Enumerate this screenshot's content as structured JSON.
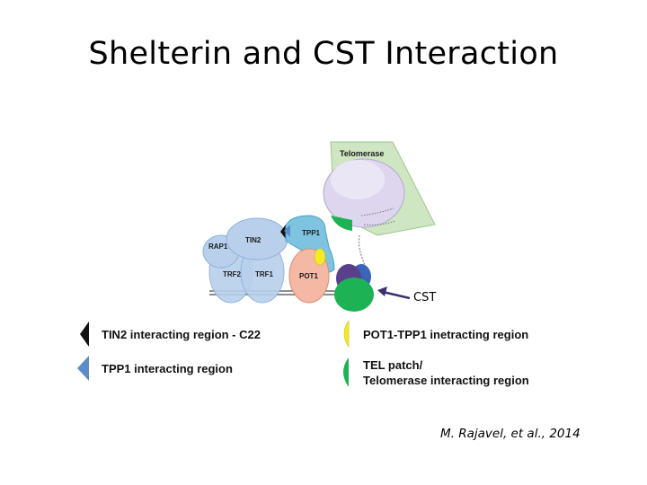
{
  "slide": {
    "title": "Shelterin and CST Interaction",
    "citation": "M. Rajavel, et al., 2014"
  },
  "diagram": {
    "components": {
      "telomerase": "Telomerase",
      "tpp1": "TPP1",
      "tin2": "TIN2",
      "rap1": "RAP1",
      "trf2": "TRF2",
      "trf1": "TRF1",
      "pot1": "POT1"
    },
    "cst_label": "CST"
  },
  "legend": {
    "tin2_region": "TIN2 interacting region - C22",
    "tpp1_region": "TPP1 interacting region",
    "pot1_tpp1_region": "POT1-TPP1 inetracting region",
    "tel_patch_line1": "TEL patch/",
    "tel_patch_line2": "Telomerase interacting region"
  },
  "colors": {
    "shelterin_blue": "#b8d0ec",
    "tpp1_teal": "#7ec3e0",
    "pot1_peach": "#f4b8a4",
    "telomerase_green": "#cfe6c2",
    "telomerase_lavender": "#ddd6ee",
    "tin2_region_black": "#111111",
    "tpp1_region_blue": "#5b8cc9",
    "pot1_tpp1_yellow": "#f2ea2a",
    "tel_patch_green": "#1db253",
    "cst_purple": "#5a3f8a",
    "cst_green": "#1db253",
    "cst_blue": "#3b63b8"
  }
}
